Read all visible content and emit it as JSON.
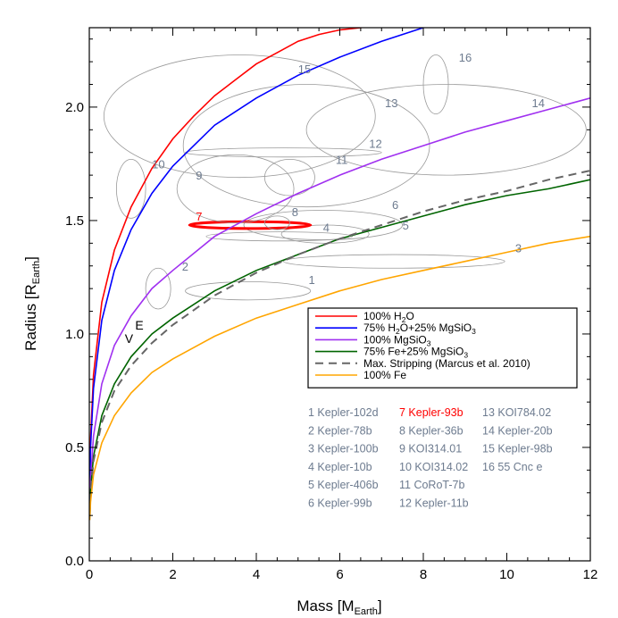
{
  "chart_data": {
    "type": "line",
    "xlabel": "Mass [M",
    "xlabel_sub": "Earth",
    "xlabel_end": "]",
    "ylabel": "Radius [R",
    "ylabel_sub": "Earth",
    "ylabel_end": "]",
    "xlim": [
      0,
      12
    ],
    "ylim": [
      0.0,
      2.35
    ],
    "xticks": [
      0,
      2,
      4,
      6,
      8,
      10,
      12
    ],
    "yticks": [
      0.0,
      0.5,
      1.0,
      1.5,
      2.0
    ],
    "ytick_labels": [
      "0.0",
      "0.5",
      "1.0",
      "1.5",
      "2.0"
    ],
    "legend_position": "center-right",
    "series": [
      {
        "name": "100% H2O",
        "label_parts": [
          "100% H",
          "2",
          "O"
        ],
        "color": "#ff0000",
        "dash": false,
        "x": [
          0.01,
          0.03,
          0.1,
          0.3,
          0.6,
          1,
          1.5,
          2,
          2.5,
          3,
          3.5,
          4,
          4.5,
          5,
          5.5,
          6,
          6.5,
          6.8
        ],
        "y": [
          0.3,
          0.54,
          0.82,
          1.14,
          1.37,
          1.56,
          1.73,
          1.86,
          1.96,
          2.05,
          2.12,
          2.19,
          2.24,
          2.29,
          2.32,
          2.34,
          2.35,
          2.36
        ]
      },
      {
        "name": "75% H2O+25% MgSiO3",
        "label_parts": [
          "75% H",
          "2",
          "O+25% MgSiO",
          "3"
        ],
        "color": "#0000ff",
        "dash": false,
        "x": [
          0.01,
          0.03,
          0.1,
          0.3,
          0.6,
          1,
          1.5,
          2,
          3,
          4,
          5,
          6,
          7,
          8,
          8.2
        ],
        "y": [
          0.27,
          0.5,
          0.76,
          1.06,
          1.28,
          1.46,
          1.62,
          1.74,
          1.92,
          2.04,
          2.14,
          2.22,
          2.29,
          2.35,
          2.36
        ]
      },
      {
        "name": "100% MgSiO3",
        "label_parts": [
          "100% MgSiO",
          "3"
        ],
        "color": "#a030f0",
        "dash": false,
        "x": [
          0.01,
          0.03,
          0.1,
          0.3,
          0.6,
          1,
          1.5,
          2,
          3,
          4,
          5,
          6,
          7,
          8,
          9,
          10,
          11,
          12
        ],
        "y": [
          0.24,
          0.36,
          0.55,
          0.78,
          0.95,
          1.08,
          1.2,
          1.28,
          1.43,
          1.53,
          1.62,
          1.7,
          1.77,
          1.83,
          1.89,
          1.94,
          1.99,
          2.04
        ]
      },
      {
        "name": "75% Fe+25% MgSiO3",
        "label_parts": [
          "75% Fe+25% MgSiO",
          "3"
        ],
        "color": "#006400",
        "dash": false,
        "x": [
          0.01,
          0.03,
          0.1,
          0.3,
          0.6,
          1,
          1.5,
          2,
          3,
          4,
          5,
          6,
          7,
          8,
          9,
          10,
          11,
          12
        ],
        "y": [
          0.21,
          0.31,
          0.46,
          0.64,
          0.78,
          0.9,
          1.0,
          1.07,
          1.19,
          1.28,
          1.35,
          1.42,
          1.47,
          1.52,
          1.57,
          1.61,
          1.64,
          1.68
        ]
      },
      {
        "name": "Max. Stripping (Marcus et al. 2010)",
        "label_parts": [
          "Max. Stripping (Marcus et al. 2010)"
        ],
        "color": "#666666",
        "dash": true,
        "x": [
          0.01,
          0.03,
          0.1,
          0.3,
          0.6,
          1,
          1.5,
          2,
          3,
          4,
          5,
          6,
          7,
          8,
          9,
          10,
          11,
          12
        ],
        "y": [
          0.2,
          0.3,
          0.44,
          0.61,
          0.75,
          0.86,
          0.96,
          1.04,
          1.17,
          1.27,
          1.35,
          1.42,
          1.48,
          1.54,
          1.59,
          1.63,
          1.68,
          1.72
        ]
      },
      {
        "name": "100% Fe",
        "label_parts": [
          "100% Fe"
        ],
        "color": "#ffa500",
        "dash": false,
        "x": [
          0.01,
          0.03,
          0.1,
          0.3,
          0.6,
          1,
          1.5,
          2,
          3,
          4,
          5,
          6,
          7,
          8,
          9,
          10,
          11,
          12
        ],
        "y": [
          0.18,
          0.26,
          0.38,
          0.52,
          0.64,
          0.74,
          0.83,
          0.89,
          0.99,
          1.07,
          1.13,
          1.19,
          1.24,
          1.28,
          1.32,
          1.36,
          1.4,
          1.43
        ]
      }
    ],
    "planets": [
      {
        "id": "1",
        "name": "Kepler-102d",
        "cx": 3.8,
        "cy": 1.19,
        "rx": 1.5,
        "ry": 0.04,
        "lx": 5.25,
        "ly": 1.22,
        "highlight": false
      },
      {
        "id": "2",
        "name": "Kepler-78b",
        "cx": 1.65,
        "cy": 1.2,
        "rx": 0.3,
        "ry": 0.09,
        "lx": 2.22,
        "ly": 1.28,
        "highlight": false
      },
      {
        "id": "3",
        "name": "Kepler-100b",
        "cx": 7.3,
        "cy": 1.32,
        "rx": 2.65,
        "ry": 0.03,
        "lx": 10.2,
        "ly": 1.36,
        "highlight": false
      },
      {
        "id": "4",
        "name": "Kepler-10b",
        "cx": 4.55,
        "cy": 1.43,
        "rx": 1.75,
        "ry": 0.02,
        "lx": 5.6,
        "ly": 1.45,
        "highlight": false
      },
      {
        "id": "5",
        "name": "Kepler-406b",
        "cx": 5.65,
        "cy": 1.44,
        "rx": 1.05,
        "ry": 0.04,
        "lx": 7.5,
        "ly": 1.46,
        "highlight": false
      },
      {
        "id": "6",
        "name": "Kepler-99b",
        "cx": 5.6,
        "cy": 1.48,
        "rx": 1.9,
        "ry": 0.065,
        "lx": 7.25,
        "ly": 1.55,
        "highlight": false
      },
      {
        "id": "7",
        "name": "Kepler-93b",
        "cx": 3.85,
        "cy": 1.48,
        "rx": 1.45,
        "ry": 0.015,
        "lx": 2.55,
        "ly": 1.5,
        "highlight": true
      },
      {
        "id": "8",
        "name": "Kepler-36b",
        "cx": 4.5,
        "cy": 1.49,
        "rx": 0.3,
        "ry": 0.03,
        "lx": 4.85,
        "ly": 1.52,
        "highlight": false
      },
      {
        "id": "9",
        "name": "KOI314.01",
        "cx": 3.5,
        "cy": 1.64,
        "rx": 1.4,
        "ry": 0.15,
        "lx": 2.55,
        "ly": 1.68,
        "highlight": false
      },
      {
        "id": "10",
        "name": "KOI314.02",
        "cx": 1.0,
        "cy": 1.64,
        "rx": 0.35,
        "ry": 0.13,
        "lx": 1.5,
        "ly": 1.73,
        "highlight": false
      },
      {
        "id": "11",
        "name": "CoRoT-7b",
        "cx": 4.8,
        "cy": 1.69,
        "rx": 0.6,
        "ry": 0.08,
        "lx": 5.9,
        "ly": 1.75,
        "highlight": false
      },
      {
        "id": "12",
        "name": "Kepler-11b",
        "cx": 4.65,
        "cy": 1.8,
        "rx": 2.35,
        "ry": 0.02,
        "lx": 6.7,
        "ly": 1.82,
        "highlight": false
      },
      {
        "id": "13",
        "name": "KOI784.02",
        "cx": 5.2,
        "cy": 1.83,
        "rx": 2.95,
        "ry": 0.27,
        "lx": 7.08,
        "ly": 2.0,
        "highlight": false
      },
      {
        "id": "14",
        "name": "Kepler-20b",
        "cx": 8.55,
        "cy": 1.9,
        "rx": 3.35,
        "ry": 0.2,
        "lx": 10.6,
        "ly": 2.0,
        "highlight": false
      },
      {
        "id": "15",
        "name": "Kepler-98b",
        "cx": 3.6,
        "cy": 1.96,
        "rx": 3.25,
        "ry": 0.27,
        "lx": 5.0,
        "ly": 2.15,
        "highlight": false
      },
      {
        "id": "16",
        "name": "55 Cnc e",
        "cx": 8.3,
        "cy": 2.1,
        "rx": 0.3,
        "ry": 0.13,
        "lx": 8.85,
        "ly": 2.2,
        "highlight": false
      }
    ],
    "earth_marker": {
      "label_v": "V",
      "label_e": "E",
      "vx": 0.95,
      "vy": 0.96,
      "ex": 1.2,
      "ey": 1.02
    }
  }
}
